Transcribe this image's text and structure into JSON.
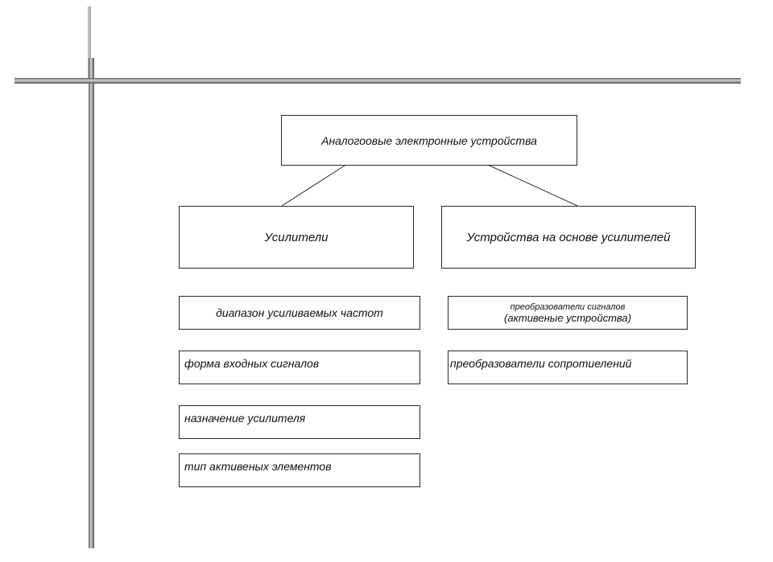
{
  "diagram": {
    "root": {
      "label": "Аналогоовые электронные устройства"
    },
    "branches": [
      {
        "label": "Усилители"
      },
      {
        "label": "Устройства на основе усилителей"
      }
    ],
    "amplifier_criteria": [
      "диапазон усиливаемых  частот",
      "форма входных сигналов",
      "назначение усилителя",
      "тип активеных элементов"
    ],
    "amplifier_based_devices": [
      {
        "line1": "преобразователи сигналов",
        "line2": "(активеные устройства)"
      },
      {
        "line1": "преобразователи сопротиелений"
      }
    ]
  },
  "colors": {
    "line": "#2a2a2a",
    "rule_dark": "#4a4a4a",
    "rule_light": "#d0d0d0"
  }
}
